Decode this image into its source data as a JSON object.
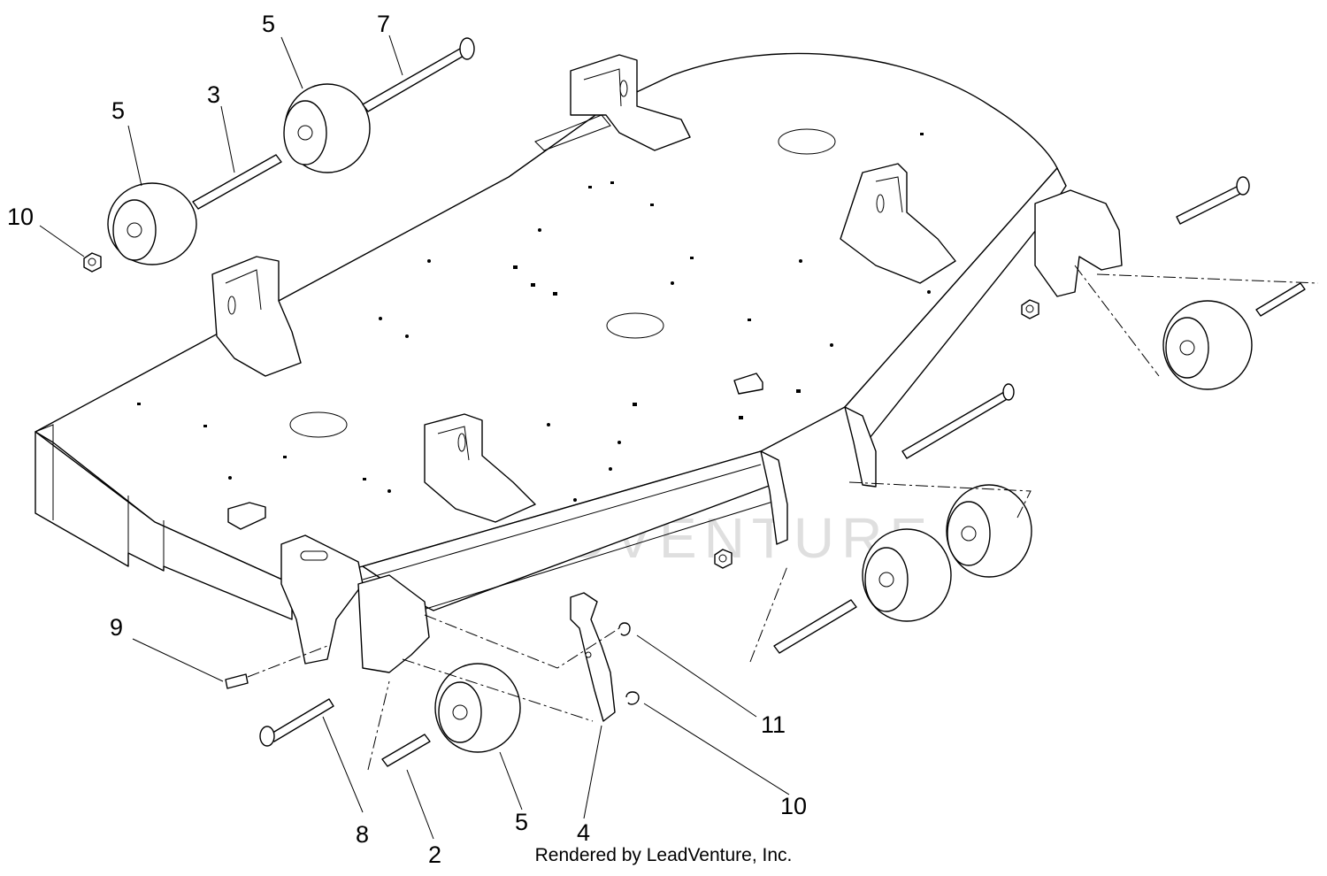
{
  "diagram": {
    "callouts": [
      {
        "id": "c-5-top",
        "label": "5"
      },
      {
        "id": "c-7",
        "label": "7"
      },
      {
        "id": "c-3",
        "label": "3"
      },
      {
        "id": "c-5-left",
        "label": "5"
      },
      {
        "id": "c-10-left",
        "label": "10"
      },
      {
        "id": "c-9",
        "label": "9"
      },
      {
        "id": "c-11",
        "label": "11"
      },
      {
        "id": "c-10-bottom",
        "label": "10"
      },
      {
        "id": "c-8",
        "label": "8"
      },
      {
        "id": "c-2",
        "label": "2"
      },
      {
        "id": "c-5-bottom",
        "label": "5"
      },
      {
        "id": "c-4",
        "label": "4"
      }
    ],
    "watermark": "LEADVENTURE",
    "credit": "Rendered by LeadVenture, Inc."
  },
  "colors": {
    "line": "#000000",
    "background": "#ffffff",
    "watermark": "#dcdcdc"
  }
}
